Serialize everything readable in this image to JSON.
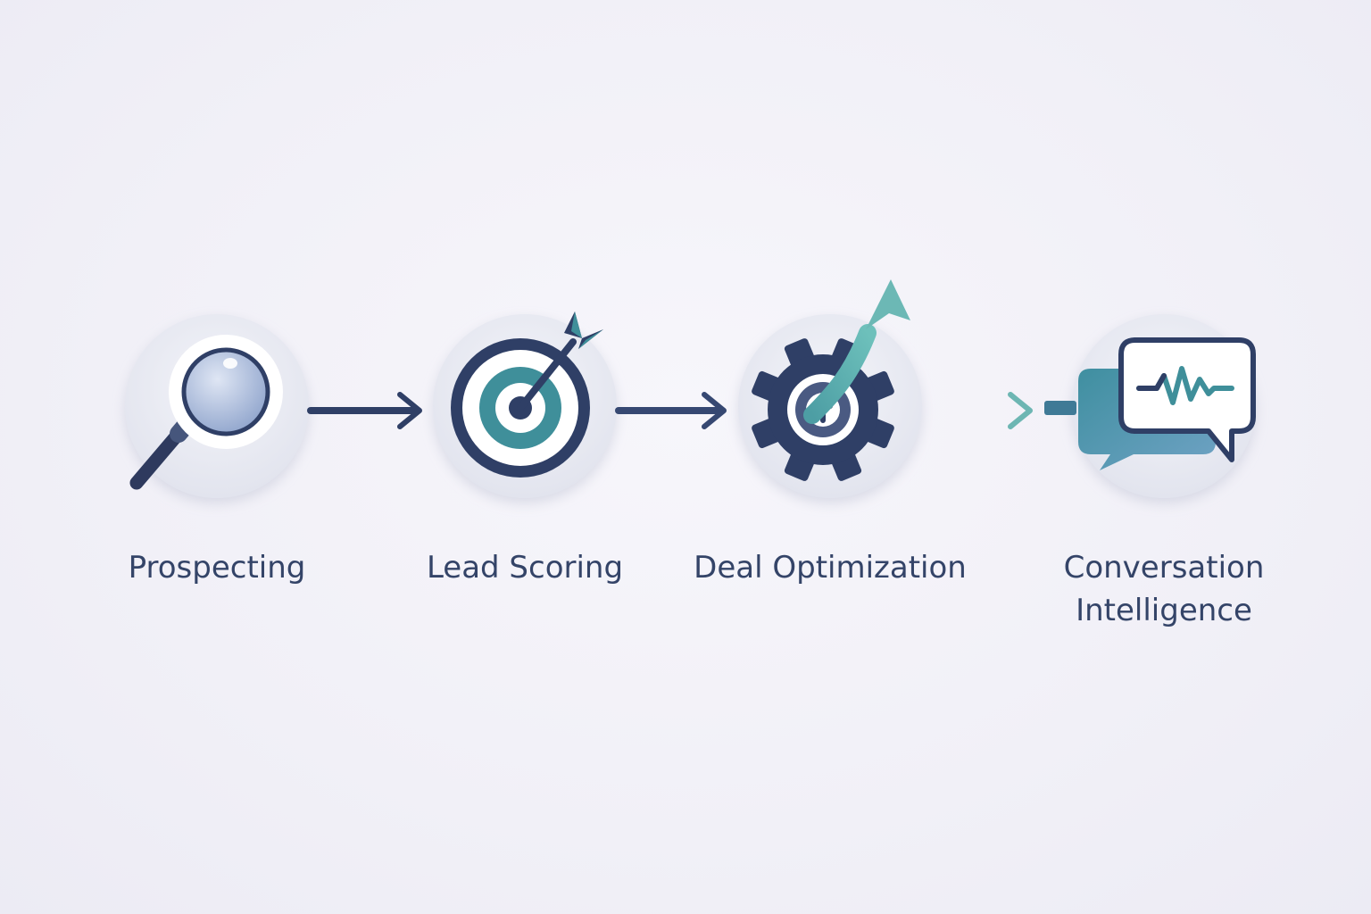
{
  "colors": {
    "navy": "#2f3f66",
    "teal": "#3f8f9a",
    "light_teal": "#6cb8b5",
    "label": "#344468",
    "bubble_bg": "#e4e6f0"
  },
  "steps": [
    {
      "icon": "magnifying-glass-icon",
      "label": [
        "Prospecting"
      ]
    },
    {
      "icon": "target-dart-icon",
      "label": [
        "Lead Scoring"
      ]
    },
    {
      "icon": "gear-growth-arrow-icon",
      "label": [
        "Deal Optimization"
      ]
    },
    {
      "icon": "chat-bubble-waveform-icon",
      "label": [
        "Conversation",
        "Intelligence"
      ]
    }
  ],
  "connectors": [
    {
      "from": "Prospecting",
      "to": "Lead Scoring"
    },
    {
      "from": "Lead Scoring",
      "to": "Deal Optimization"
    },
    {
      "from": "Deal Optimization",
      "to": "Conversation Intelligence"
    }
  ]
}
